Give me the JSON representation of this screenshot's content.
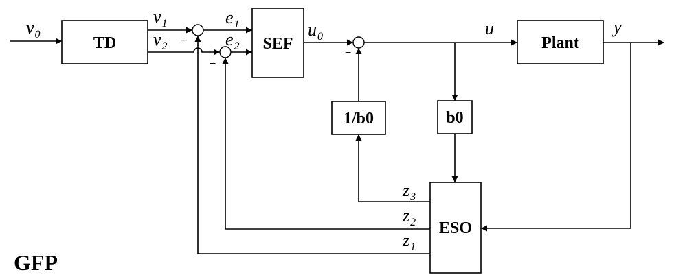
{
  "blocks": {
    "td": "TD",
    "sef": "SEF",
    "plant": "Plant",
    "inv_b0": "1/b0",
    "b0": "b0",
    "eso": "ESO"
  },
  "signals": {
    "v0": {
      "base": "v",
      "sub": "0"
    },
    "v1": {
      "base": "v",
      "sub": "1"
    },
    "v2": {
      "base": "v",
      "sub": "2"
    },
    "e1": {
      "base": "e",
      "sub": "1"
    },
    "e2": {
      "base": "e",
      "sub": "2"
    },
    "u0": {
      "base": "u",
      "sub": "0"
    },
    "u": {
      "base": "u"
    },
    "y": {
      "base": "y"
    },
    "z1": {
      "base": "z",
      "sub": "1"
    },
    "z2": {
      "base": "z",
      "sub": "2"
    },
    "z3": {
      "base": "z",
      "sub": "3"
    }
  },
  "signs": {
    "sum1": "−",
    "sum2": "−",
    "sum3": "−"
  },
  "caption": "GFP"
}
